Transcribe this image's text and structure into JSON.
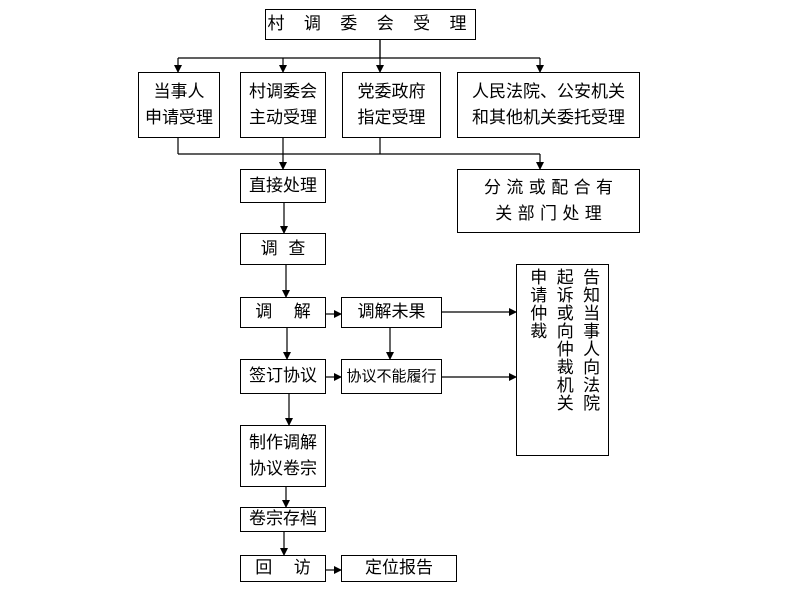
{
  "nodes": {
    "root": "村 调 委 会 受 理",
    "party_1": "当事人",
    "party_2": "申请受理",
    "village_1": "村调委会",
    "village_2": "主动受理",
    "gov_1": "党委政府",
    "gov_2": "指定受理",
    "court_1": "人民法院、公安机关",
    "court_2": "和其他机关委托受理",
    "direct": "直接处理",
    "transfer_1": "分 流 或 配 合 有",
    "transfer_2": "关 部 门 处 理",
    "investigate": "调  查",
    "mediate": "调    解",
    "mediate_fail": "调解未果",
    "sign": "签订协议",
    "not_fulfilled": "协议不能履行",
    "outcome_col1": "申请仲裁",
    "outcome_col2": "起诉或向仲裁机关",
    "outcome_col3": "告知当事人向法院",
    "file_1": "制作调解",
    "file_2": "协议卷宗",
    "archive": "卷宗存档",
    "revisit": "回    访",
    "report": "定位报告"
  }
}
